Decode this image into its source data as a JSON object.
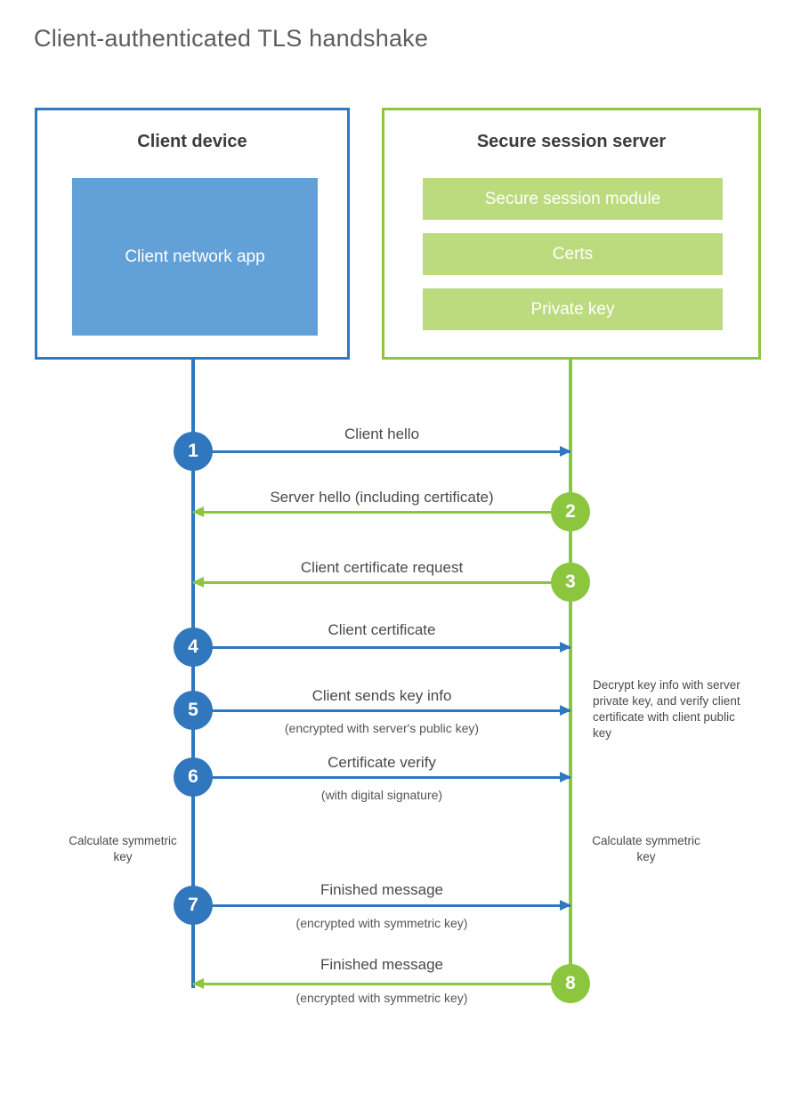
{
  "title": "Client-authenticated TLS handshake",
  "colors": {
    "client_blue": "#3077be",
    "client_app_blue": "#62a0d8",
    "server_green": "#8cc63f",
    "server_bar_green": "#bcdb7e",
    "text_gray": "#4a4a4a",
    "title_gray": "#5d5d5d",
    "background": "#ffffff"
  },
  "parties": {
    "client": {
      "title": "Client device",
      "app_label": "Client network app"
    },
    "server": {
      "title": "Secure session server",
      "components": [
        "Secure session module",
        "Certs",
        "Private key"
      ]
    }
  },
  "steps": [
    {
      "number": "1",
      "label": "Client hello",
      "sub": "",
      "direction": "client-to-server",
      "color": "blue"
    },
    {
      "number": "2",
      "label": "Server hello (including certificate)",
      "sub": "",
      "direction": "server-to-client",
      "color": "green"
    },
    {
      "number": "3",
      "label": "Client certificate request",
      "sub": "",
      "direction": "server-to-client",
      "color": "green"
    },
    {
      "number": "4",
      "label": "Client certificate",
      "sub": "",
      "direction": "client-to-server",
      "color": "blue"
    },
    {
      "number": "5",
      "label": "Client sends key info",
      "sub": "(encrypted with server's public key)",
      "direction": "client-to-server",
      "color": "blue"
    },
    {
      "number": "6",
      "label": "Certificate verify",
      "sub": "(with digital signature)",
      "direction": "client-to-server",
      "color": "blue"
    },
    {
      "number": "7",
      "label": "Finished message",
      "sub": "(encrypted with symmetric key)",
      "direction": "client-to-server",
      "color": "blue"
    },
    {
      "number": "8",
      "label": "Finished message",
      "sub": "(encrypted with symmetric key)",
      "direction": "server-to-client",
      "color": "green"
    }
  ],
  "annotations": {
    "server_decrypt": "Decrypt key info with server private key, and verify client certificate with client public key",
    "client_calculate": "Calculate symmetric key",
    "server_calculate": "Calculate symmetric key"
  }
}
